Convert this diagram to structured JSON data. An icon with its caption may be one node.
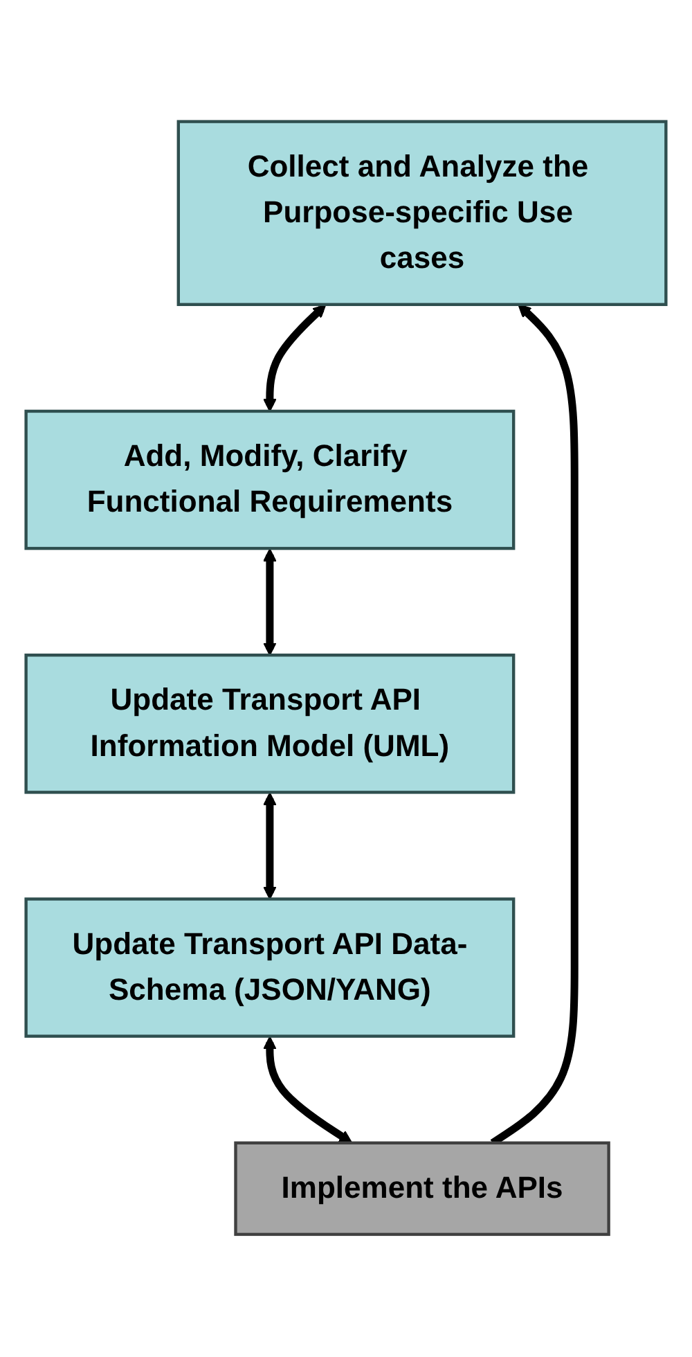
{
  "diagram": {
    "nodes": [
      {
        "text": [
          "Collect and Analyze the Purpose-specific Use cases"
        ]
      },
      {
        "text": [
          "Add, Modify, Clarify Functional Requirements"
        ]
      },
      {
        "text": [
          "Update Transport API Information Model (UML)"
        ]
      },
      {
        "text": [
          "Update Transport API Data-Schema (JSON/YANG)"
        ]
      },
      {
        "text": [
          "Implement the APIs"
        ]
      }
    ],
    "edges": [
      {
        "from": 0,
        "to": 1,
        "arrow": "both"
      },
      {
        "from": 1,
        "to": 2,
        "arrow": "both"
      },
      {
        "from": 2,
        "to": 3,
        "arrow": "both"
      },
      {
        "from": 3,
        "to": 4,
        "arrow": "both"
      },
      {
        "from": 4,
        "to": 0,
        "arrow": "to"
      }
    ]
  }
}
